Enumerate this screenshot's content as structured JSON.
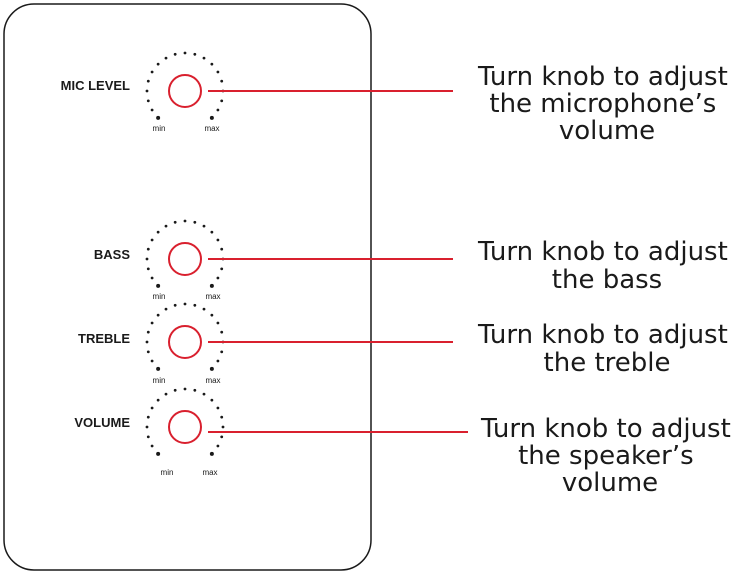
{
  "colors": {
    "panel_stroke": "#1a1a1a",
    "knob_ring": "#d9202e",
    "leader_line": "#d9202e",
    "dot": "#1a1a1a",
    "text": "#1a1a1a"
  },
  "scale": {
    "min": "min",
    "max": "max"
  },
  "controls": [
    {
      "label": "MIC LEVEL",
      "description": [
        "Turn knob to adjust",
        "the microphone’s",
        "volume"
      ]
    },
    {
      "label": "BASS",
      "description": [
        "Turn knob to adjust",
        "the bass"
      ]
    },
    {
      "label": "TREBLE",
      "description": [
        "Turn knob to adjust",
        "the treble"
      ]
    },
    {
      "label": "VOLUME",
      "description": [
        "Turn knob to adjust",
        "the speaker’s",
        "volume"
      ]
    }
  ]
}
